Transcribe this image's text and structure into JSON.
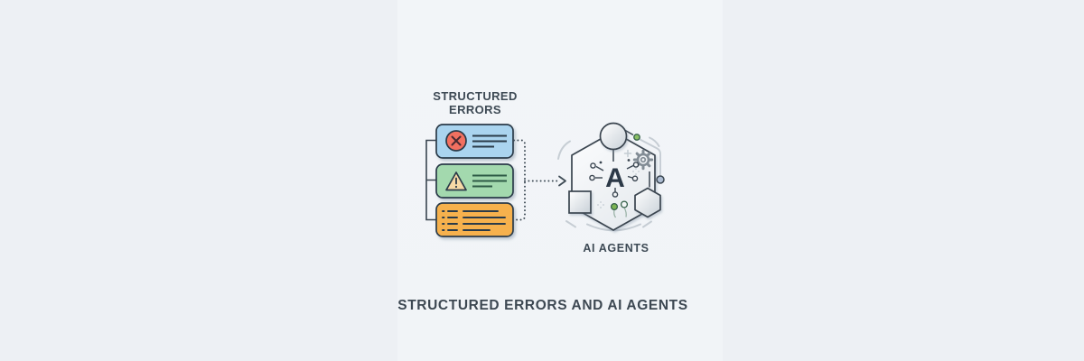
{
  "figure": {
    "left_group": {
      "title": "STRUCTURED ERRORS",
      "cards": [
        {
          "name": "error-card",
          "fill": "#AAD4EF",
          "icon": "x-circle",
          "icon_fill": "#F27061",
          "text_lines": 3
        },
        {
          "name": "warning-card",
          "fill": "#A3D9AE",
          "icon": "warning-triangle",
          "icon_fill": "#F7D9A6",
          "text_lines": 3
        },
        {
          "name": "log-card",
          "fill": "#F6B14E",
          "icon": "bullet-list",
          "text_lines": 4
        }
      ]
    },
    "connector": {
      "style": "dotted",
      "direction": "right-arrow"
    },
    "right_group": {
      "label": "AI AGENTS",
      "center_glyph": "A",
      "elements": [
        "large-hexagon",
        "circle-node",
        "gear",
        "square-node",
        "small-hexagon",
        "circuit-nodes",
        "chevron-decoration"
      ]
    },
    "caption": "STRUCTURED ERRORS AND AI AGENTS",
    "colors": {
      "background": "#EDF0F4",
      "panel": "#F2F5F7",
      "outline": "#3A4550",
      "text": "#3E4A55",
      "card_blue": "#AAD4EF",
      "card_green": "#A3D9AE",
      "card_orange": "#F6B14E",
      "error_red": "#F27061",
      "triangle_tan": "#F7D9A6",
      "green_line": "#2D5A45",
      "accent_green": "#7CB454",
      "accent_blue": "#AEBDD3",
      "decoration_gray": "#C6CDD4"
    }
  }
}
